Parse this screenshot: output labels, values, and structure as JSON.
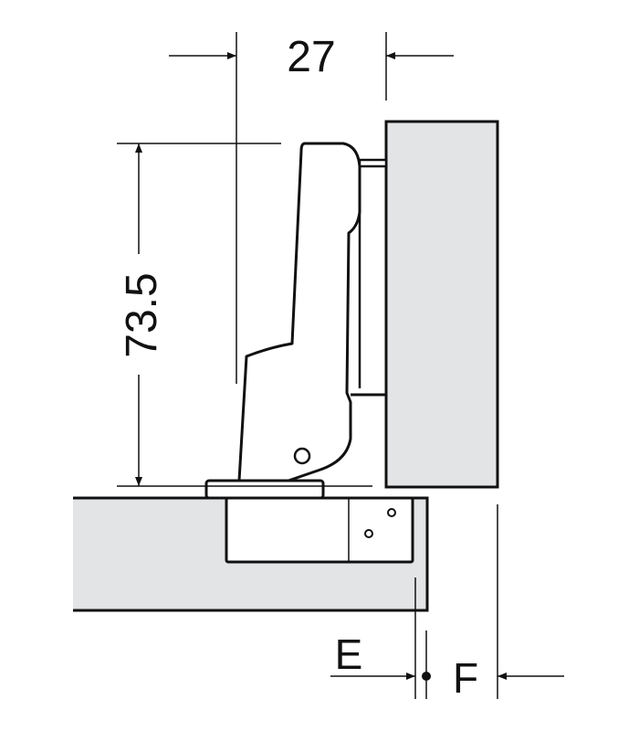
{
  "dimensions": {
    "width_value": "27",
    "height_value": "73.5",
    "label_e": "E",
    "label_f": "F"
  },
  "colors": {
    "panel_fill": "#e3e4e6",
    "line": "#111111",
    "background": "#ffffff"
  }
}
